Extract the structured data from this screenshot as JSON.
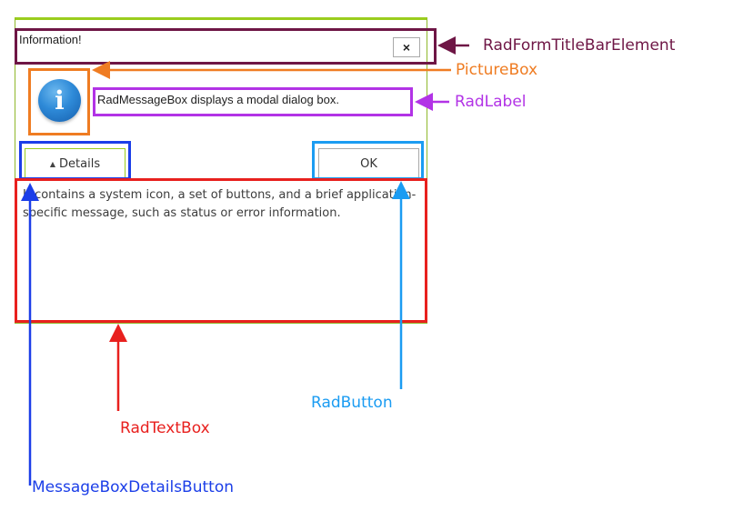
{
  "dialog": {
    "title": "Information!",
    "close_glyph": "×",
    "icon": "info-icon",
    "icon_glyph": "i",
    "message": "RadMessageBox displays a modal dialog box.",
    "details_button_label": "Details",
    "details_button_glyph": "▲",
    "ok_button_label": "OK",
    "details_text": "It contains a system icon, a set of buttons, and a brief application-specific message, such as status or error information."
  },
  "callouts": [
    {
      "label": "RadFormTitleBarElement",
      "color": "#6e1645"
    },
    {
      "label": "PictureBox",
      "color": "#ef7c22"
    },
    {
      "label": "RadLabel",
      "color": "#b233e6"
    },
    {
      "label": "RadTextBox",
      "color": "#e8201e"
    },
    {
      "label": "RadButton",
      "color": "#1b9cf2"
    },
    {
      "label": "MessageBoxDetailsButton",
      "color": "#1b3ee8"
    }
  ],
  "colors": {
    "window_border": "#9acd1e",
    "details_text": "#3c3c3c",
    "info_icon": "#2e8ad8"
  }
}
